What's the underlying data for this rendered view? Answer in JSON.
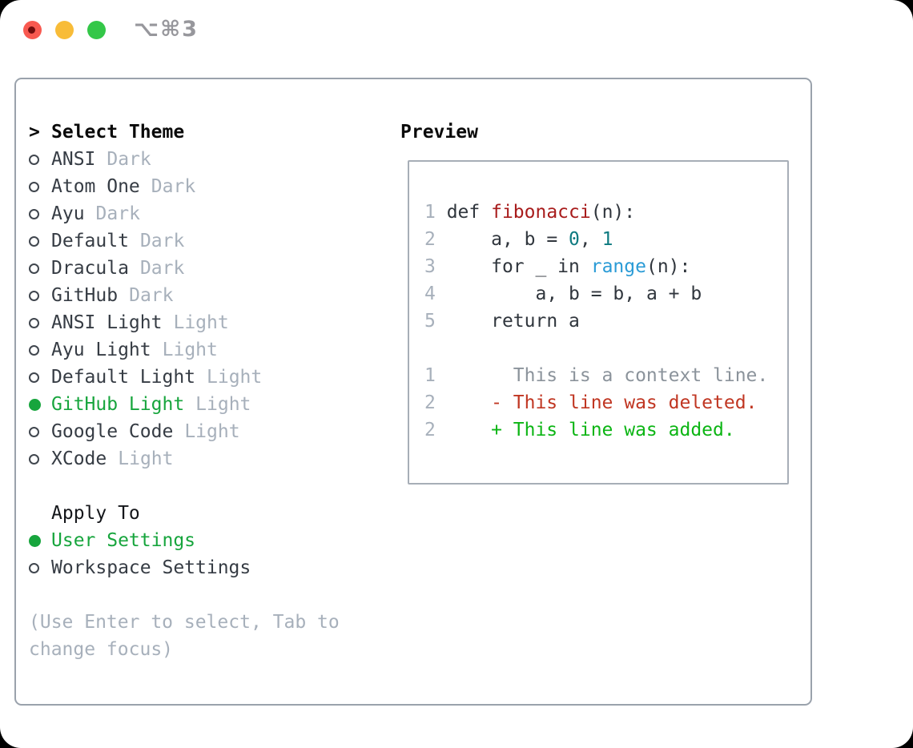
{
  "window": {
    "shortcut_label": "⌥⌘3"
  },
  "theme_panel": {
    "header": {
      "marker": ">",
      "label": "Select Theme"
    },
    "themes": [
      {
        "name": "ANSI",
        "variant": "Dark",
        "selected": false
      },
      {
        "name": "Atom One",
        "variant": "Dark",
        "selected": false
      },
      {
        "name": "Ayu",
        "variant": "Dark",
        "selected": false
      },
      {
        "name": "Default",
        "variant": "Dark",
        "selected": false
      },
      {
        "name": "Dracula",
        "variant": "Dark",
        "selected": false
      },
      {
        "name": "GitHub",
        "variant": "Dark",
        "selected": false
      },
      {
        "name": "ANSI Light",
        "variant": "Light",
        "selected": false
      },
      {
        "name": "Ayu Light",
        "variant": "Light",
        "selected": false
      },
      {
        "name": "Default Light",
        "variant": "Light",
        "selected": false
      },
      {
        "name": "GitHub Light",
        "variant": "Light",
        "selected": true
      },
      {
        "name": "Google Code",
        "variant": "Light",
        "selected": false
      },
      {
        "name": "XCode",
        "variant": "Light",
        "selected": false
      }
    ],
    "apply_to": {
      "header": "Apply To",
      "options": [
        {
          "label": "User Settings",
          "selected": true
        },
        {
          "label": "Workspace Settings",
          "selected": false
        }
      ]
    },
    "hint": "(Use Enter to select, Tab to change focus)"
  },
  "preview": {
    "title": "Preview",
    "code_lines": [
      {
        "num": "1",
        "segments": [
          {
            "text": "def ",
            "style": "plain"
          },
          {
            "text": "fibonacci",
            "style": "function"
          },
          {
            "text": "(n):",
            "style": "plain"
          }
        ]
      },
      {
        "num": "2",
        "segments": [
          {
            "text": "    a, b = ",
            "style": "plain"
          },
          {
            "text": "0",
            "style": "number"
          },
          {
            "text": ", ",
            "style": "plain"
          },
          {
            "text": "1",
            "style": "number"
          }
        ]
      },
      {
        "num": "3",
        "segments": [
          {
            "text": "    for _ in ",
            "style": "plain"
          },
          {
            "text": "range",
            "style": "builtin"
          },
          {
            "text": "(n):",
            "style": "plain"
          }
        ]
      },
      {
        "num": "4",
        "segments": [
          {
            "text": "        a, b = b, a + b",
            "style": "plain"
          }
        ]
      },
      {
        "num": "5",
        "segments": [
          {
            "text": "    return a",
            "style": "plain"
          }
        ]
      }
    ],
    "diff_lines": [
      {
        "num": "1",
        "marker": " ",
        "text": "This is a context line.",
        "kind": "context"
      },
      {
        "num": "2",
        "marker": "-",
        "text": "This line was deleted.",
        "kind": "deleted"
      },
      {
        "num": "2",
        "marker": "+",
        "text": "This line was added.",
        "kind": "added"
      }
    ]
  },
  "colors": {
    "traffic_red": "#f85950",
    "traffic_yellow": "#f8bc38",
    "traffic_green": "#33c748",
    "selected_green": "#17a53d",
    "muted_gray": "#a7b0bb",
    "code_plain": "#30363d",
    "syntax_function_red": "#a81c1c",
    "syntax_number_teal": "#0e7a80",
    "syntax_builtin_blue": "#2a9bd6",
    "diff_context_gray": "#8b939b",
    "diff_deleted_red": "#c03622",
    "diff_added_green": "#0cb514"
  }
}
